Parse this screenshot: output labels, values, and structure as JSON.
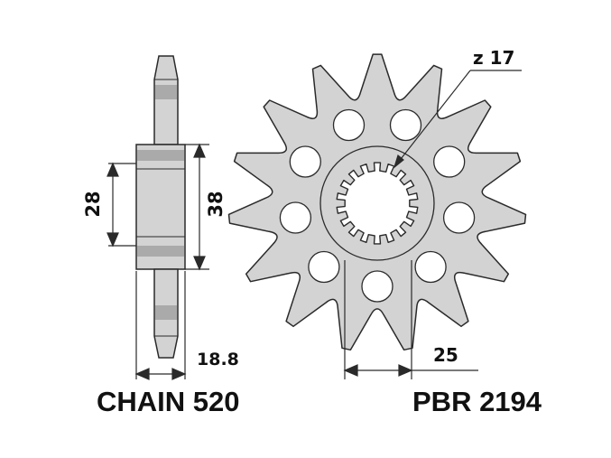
{
  "labels": {
    "teeth": "z 17",
    "dim_left": "28",
    "dim_right": "38",
    "width": "18.8",
    "center": "25",
    "chain": "CHAIN 520",
    "part": "PBR 2194"
  },
  "colors": {
    "fill": "#d3d3d3",
    "stroke": "#2a2a2a",
    "band": "#aaaaaa"
  }
}
